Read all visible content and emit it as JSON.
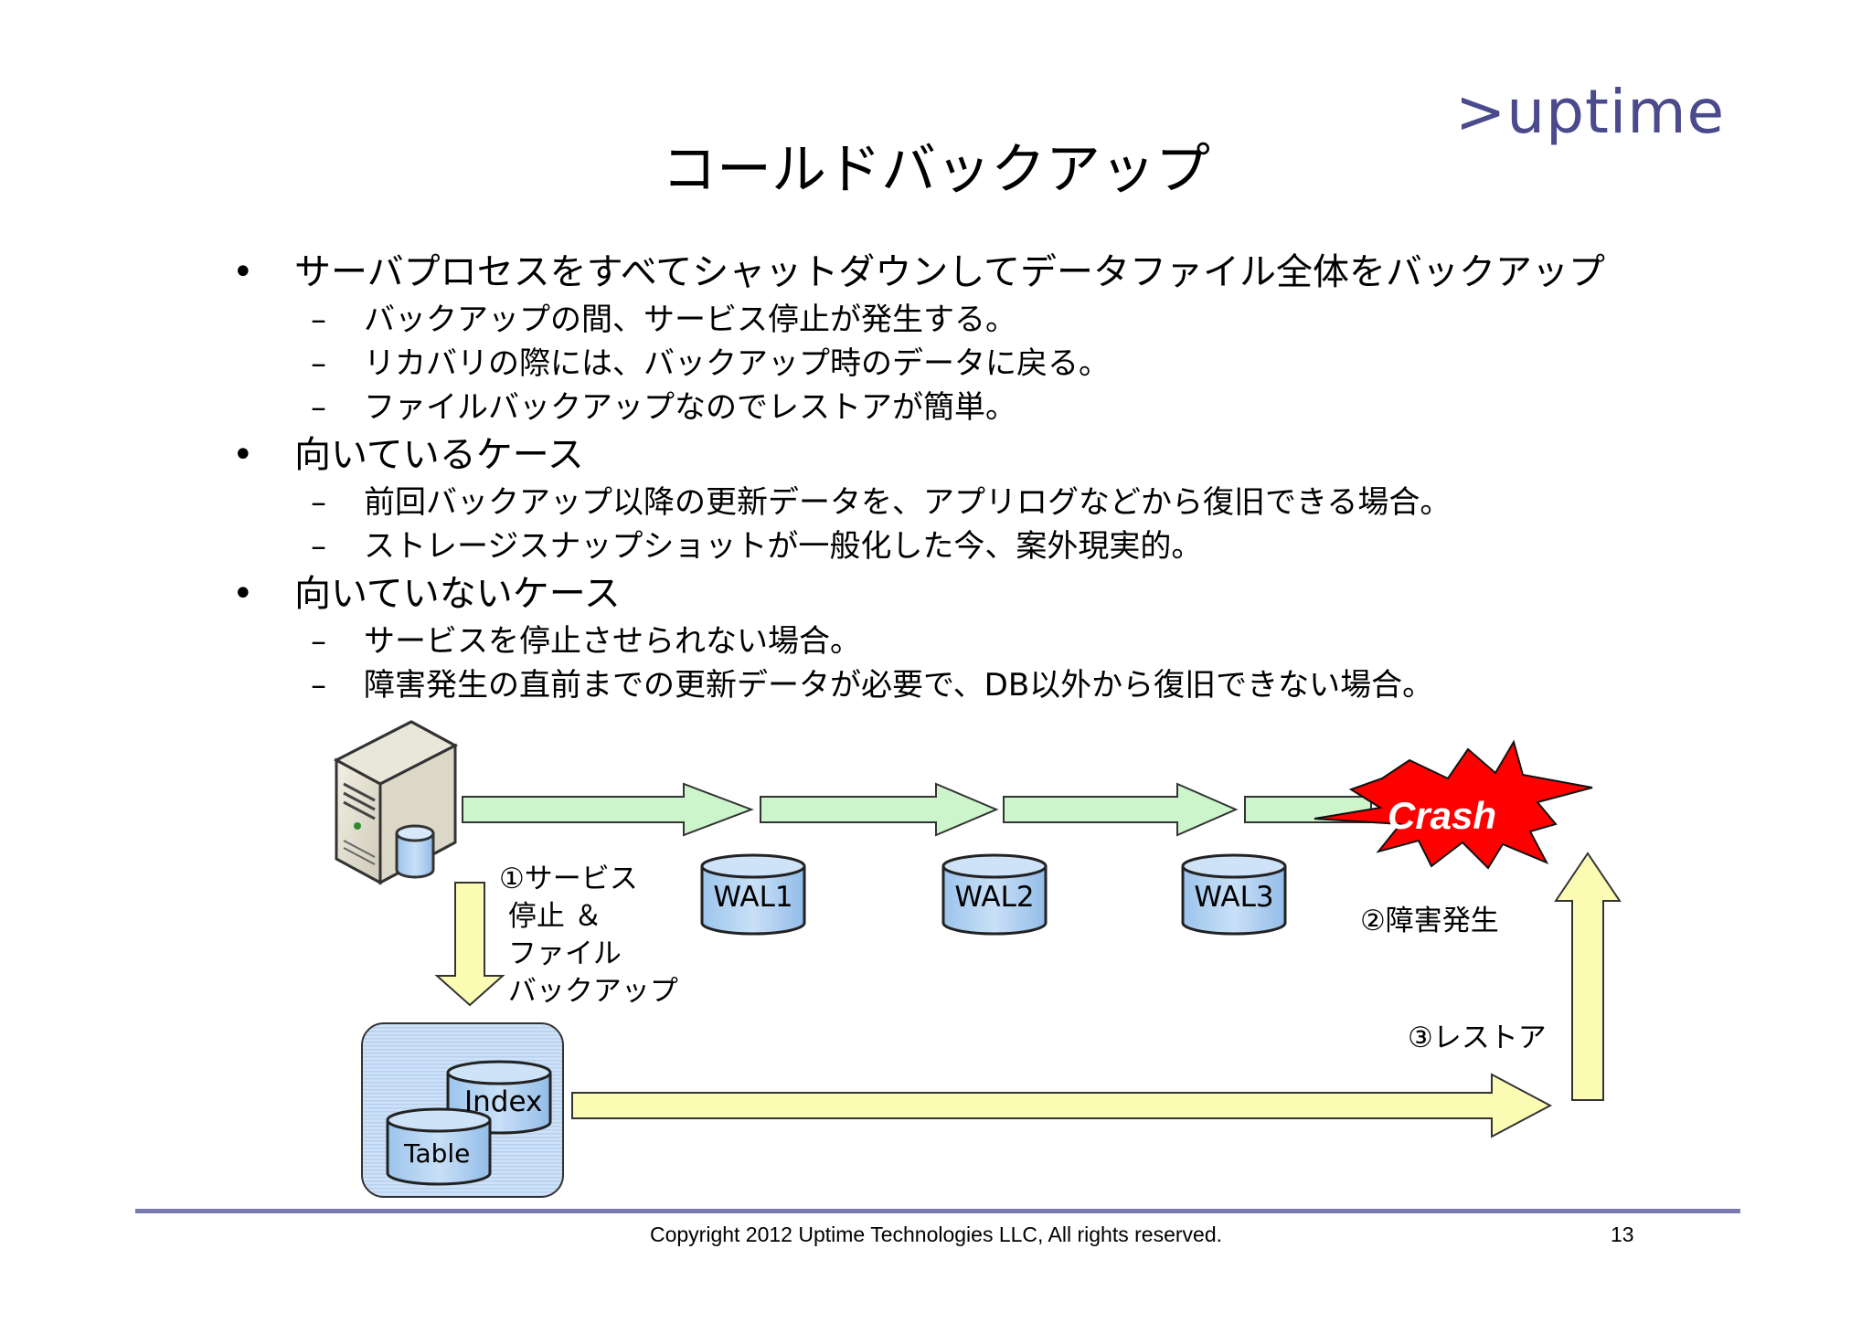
{
  "logo": ">uptime",
  "title": "コールドバックアップ",
  "bullets": [
    {
      "text": "サーバプロセスをすべてシャットダウンしてデータファイル全体をバックアップ",
      "subs": [
        "バックアップの間、サービス停止が発生する。",
        "リカバリの際には、バックアップ時のデータに戻る。",
        "ファイルバックアップなのでレストアが簡単。"
      ]
    },
    {
      "text": "向いているケース",
      "subs": [
        "前回バックアップ以降の更新データを、アプリログなどから復旧できる場合。",
        "ストレージスナップショットが一般化した今、案外現実的。"
      ]
    },
    {
      "text": "向いていないケース",
      "subs": [
        "サービスを停止させられない場合。",
        "障害発生の直前までの更新データが必要で、DB以外から復旧できない場合。"
      ]
    }
  ],
  "bullet_marker": "•",
  "sub_marker": "–",
  "diagram": {
    "step1": "①サービス\n 停止 ＆\n ファイル\n バックアップ",
    "step2": "②障害発生",
    "step3": "③レストア",
    "wal": [
      "WAL1",
      "WAL2",
      "WAL3"
    ],
    "crash": "Crash",
    "index": "Index",
    "table": "Table",
    "colors": {
      "green_arrow": "#ccf5cc",
      "yellow_arrow": "#fbfbb4",
      "cylinder_fill": "#b3d4f4",
      "crash_red": "#ff0000"
    }
  },
  "footer": {
    "copyright": "Copyright 2012 Uptime Technologies LLC, All rights reserved.",
    "page": "13"
  }
}
